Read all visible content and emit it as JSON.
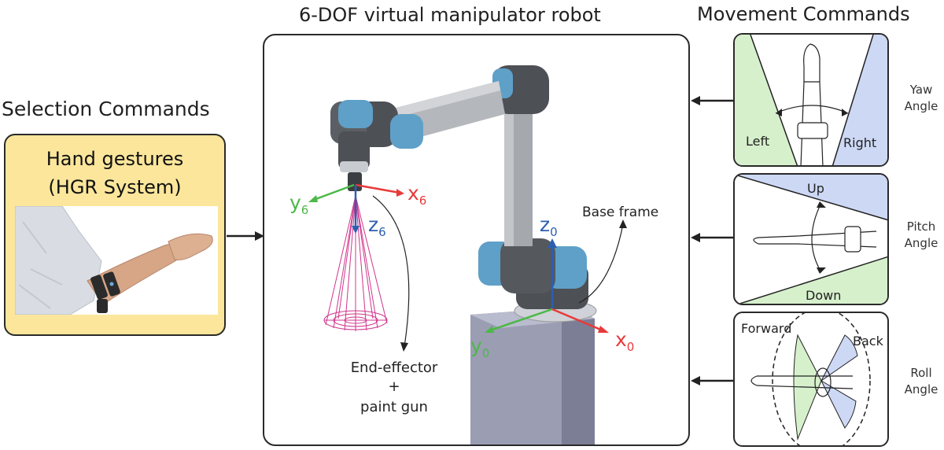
{
  "titles": {
    "main": "6-DOF virtual manipulator robot",
    "movement": "Movement Commands",
    "selection": "Selection Commands"
  },
  "hgr": {
    "line1": "Hand gestures",
    "line2": "(HGR System)"
  },
  "robot": {
    "base_frame_label": "Base frame",
    "end_effector_line1": "End-effector",
    "end_effector_line2": "+",
    "end_effector_line3": "paint gun",
    "tool_frame": {
      "x": "x",
      "y": "y",
      "z": "z",
      "subscript": "6"
    },
    "base_frame": {
      "x": "x",
      "y": "y",
      "z": "z",
      "subscript": "0"
    }
  },
  "movement_panels": {
    "yaw": {
      "left": "Left",
      "right": "Right",
      "label_line1": "Yaw",
      "label_line2": "Angle"
    },
    "pitch": {
      "up": "Up",
      "down": "Down",
      "label_line1": "Pitch",
      "label_line2": "Angle"
    },
    "roll": {
      "forward": "Forward",
      "back": "Back",
      "label_line1": "Roll",
      "label_line2": "Angle"
    }
  },
  "colors": {
    "hgr_box_fill": "#fbe69b",
    "green_region": "#d6f0cc",
    "blue_region": "#cdd8f5",
    "axis_x": "#e83a3a",
    "axis_y": "#4cb848",
    "axis_z": "#2d5fb0",
    "robot_joint": "#5fa0c8",
    "spray_cone": "#d0348c",
    "pedestal": "#8e90a8"
  }
}
